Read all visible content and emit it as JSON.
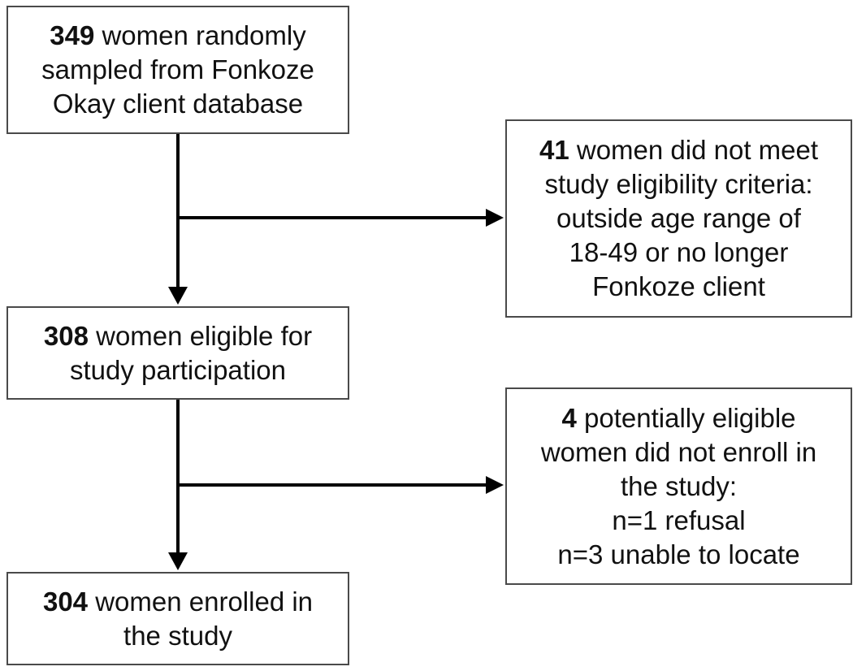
{
  "boxes": {
    "sampled": {
      "number": "349",
      "line1": " women randomly",
      "line2": "sampled from Fonkoze",
      "line3": "Okay client database"
    },
    "ineligible": {
      "number": "41",
      "line1": " women did not meet",
      "line2": "study eligibility criteria:",
      "line3": "outside age range of",
      "line4": "18-49 or no longer",
      "line5": "Fonkoze client"
    },
    "eligible": {
      "number": "308",
      "line1": " women eligible for",
      "line2": "study participation"
    },
    "not_enrolled": {
      "number": "4",
      "line1": " potentially eligible",
      "line2": "women did not enroll in",
      "line3": "the study:",
      "line4": "n=1 refusal",
      "line5": "n=3 unable to locate"
    },
    "enrolled": {
      "number": "304",
      "line1": " women enrolled in",
      "line2": "the study"
    }
  },
  "colors": {
    "arrow": "#000000",
    "border": "#4a4a4a"
  }
}
